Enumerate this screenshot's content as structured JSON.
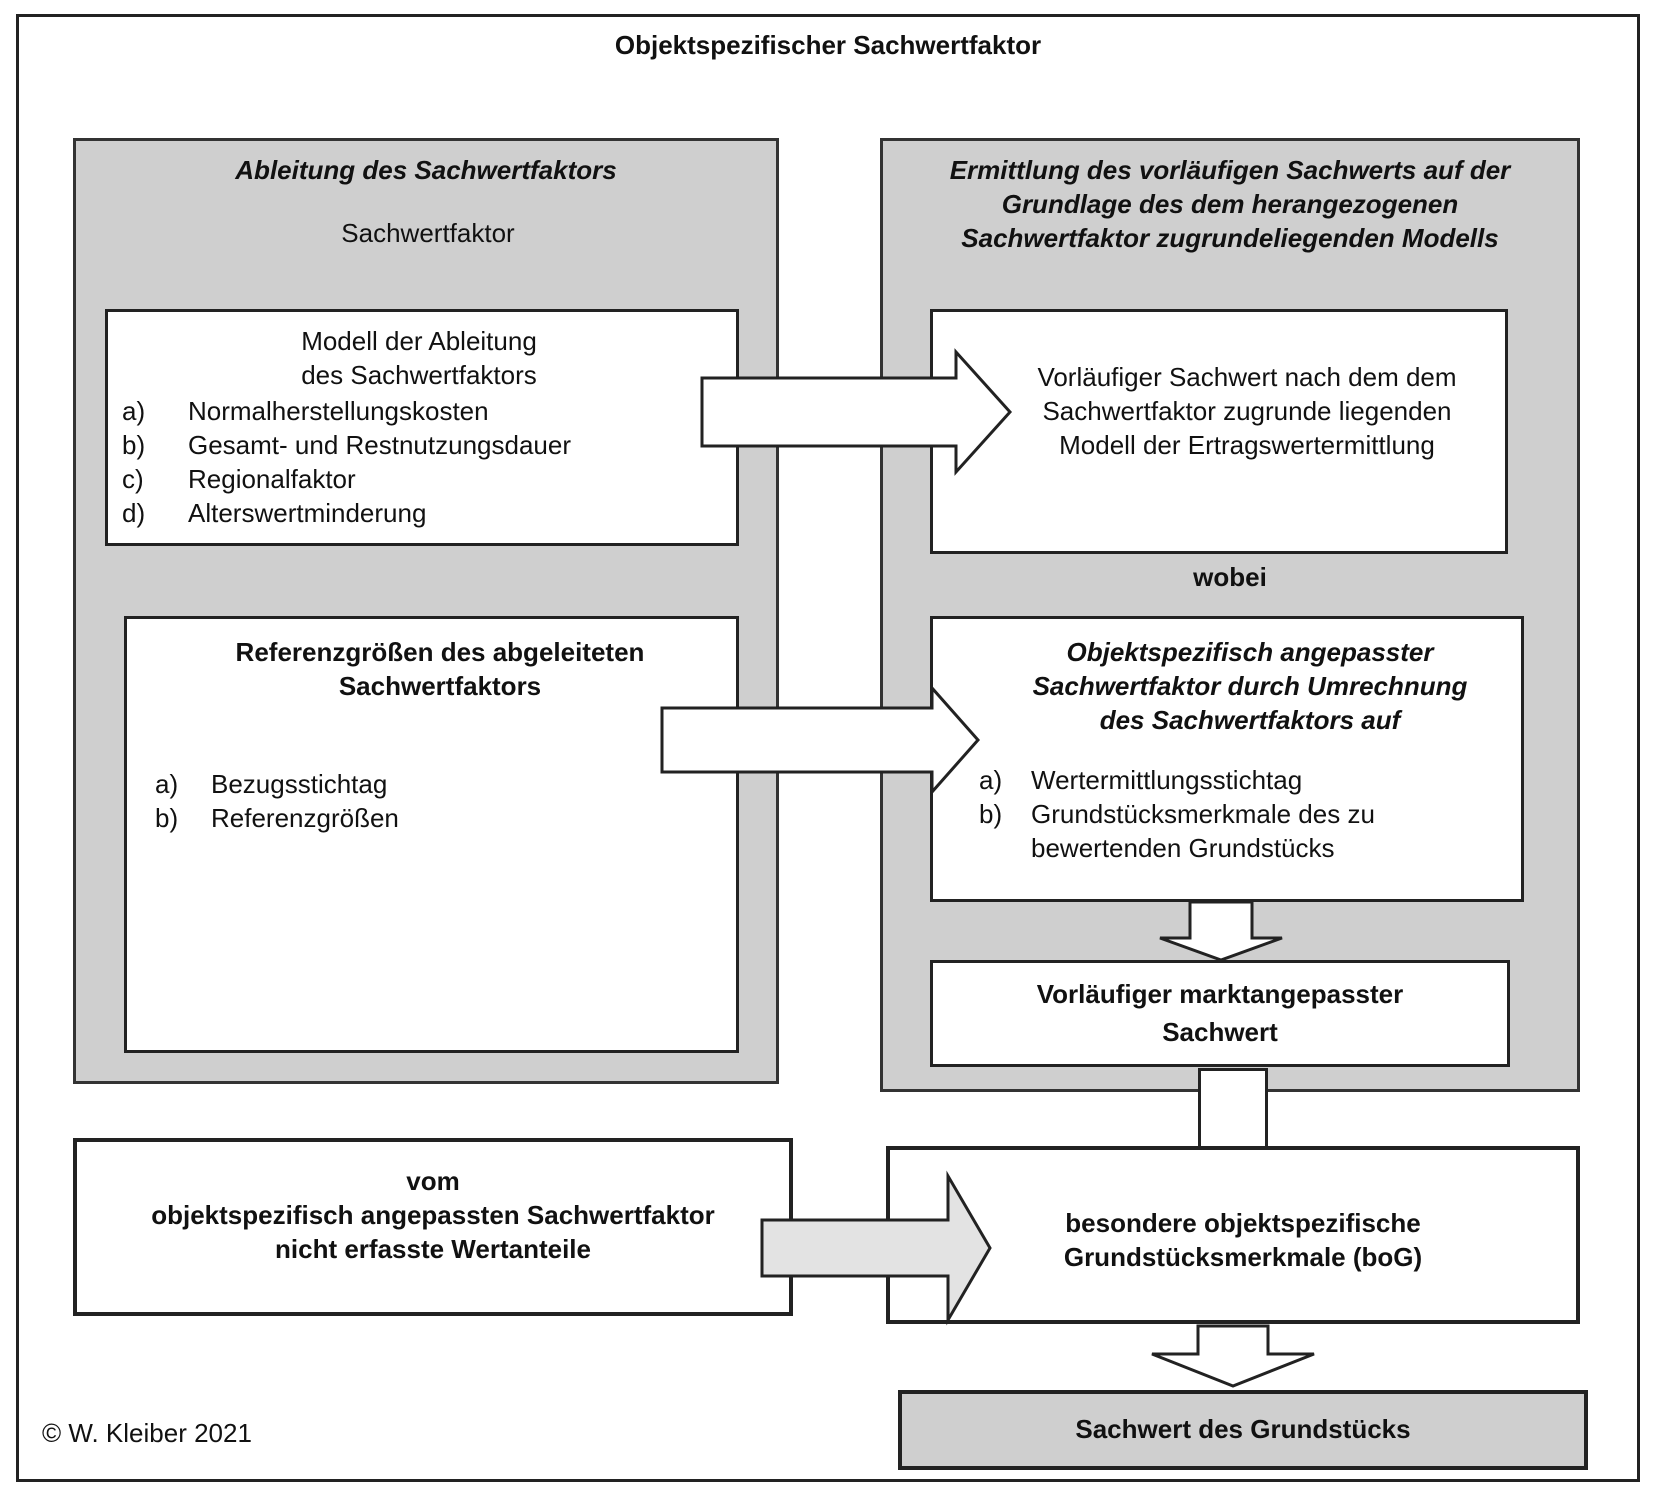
{
  "title": "Objektspezifischer Sachwertfaktor",
  "left_panel": {
    "heading": "Ableitung des Sachwertfaktors",
    "subheading": "Sachwertfaktor",
    "model_box": {
      "title_line1": "Modell der Ableitung",
      "title_line2": "des  Sachwertfaktors",
      "items": [
        {
          "label": "a)",
          "text": "Normalherstellungskosten"
        },
        {
          "label": "b)",
          "text": "Gesamt- und Restnutzungsdauer"
        },
        {
          "label": "c)",
          "text": "Regionalfaktor"
        },
        {
          "label": "d)",
          "text": "Alterswertminderung"
        }
      ]
    },
    "reference_box": {
      "title_line1": "Referenzgrößen des abgeleiteten",
      "title_line2": "Sachwertfaktors",
      "items": [
        {
          "label": "a)",
          "text": "Bezugsstichtag"
        },
        {
          "label": "b)",
          "text": "Referenzgrößen"
        }
      ]
    }
  },
  "right_panel": {
    "heading_line1": "Ermittlung des vorläufigen Sachwerts auf der",
    "heading_line2": "Grundlage des dem herangezogenen",
    "heading_line3": "Sachwertfaktor zugrundeliegenden Modells",
    "prelim_box": {
      "line1": "Vorläufiger Sachwert nach dem dem",
      "line2": "Sachwertfaktor zugrunde liegenden",
      "line3": "Modell der Ertragswertermittlung"
    },
    "wobei": "wobei",
    "adjusted_box": {
      "line1": "Objektspezifisch angepasster",
      "line2": "Sachwertfaktor durch Umrechnung",
      "line3": "des Sachwertfaktors auf",
      "items": [
        {
          "label": "a)",
          "text": "Wertermittlungsstichtag"
        },
        {
          "label": "b)",
          "text": "Grundstücksmerkmale des zu"
        },
        {
          "label": "",
          "text": "bewertenden Grundstücks"
        }
      ]
    },
    "market_box": {
      "line1": "Vorläufiger marktangepasster",
      "line2": "Sachwert"
    }
  },
  "bottom_left_box": {
    "line1": "vom",
    "line2": "objektspezifisch angepassten Sachwertfaktor",
    "line3": "nicht erfasste Wertanteile"
  },
  "bog_box": {
    "line1": "besondere objektspezifische",
    "line2": "Grundstücksmerkmale (boG)"
  },
  "result_box": {
    "label": "Sachwert des Grundstücks"
  },
  "copyright": "© W. Kleiber 2021"
}
